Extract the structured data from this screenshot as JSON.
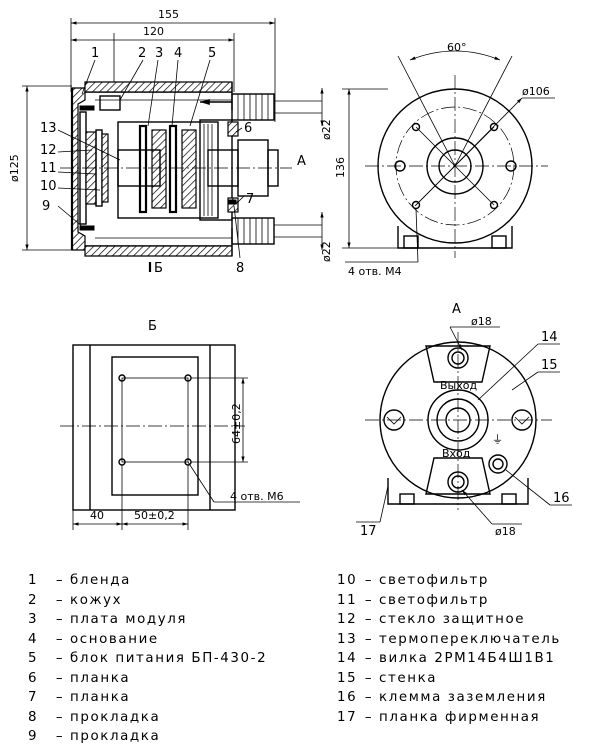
{
  "dimensions": {
    "width_155": "155",
    "width_120": "120",
    "dia_125": "ø125",
    "dia_22_top": "ø22",
    "dia_22_bottom": "ø22",
    "height_136": "136",
    "angle_60": "60°",
    "dia_106": "ø106",
    "holes_m4": "4 отв. М4",
    "holes_m6": "4 отв. М6",
    "dim_64": "64±0,2",
    "dim_40": "40",
    "dim_50": "50±0,2",
    "dia_18_top": "ø18",
    "dia_18_bottom": "ø18"
  },
  "view_labels": {
    "section_a": "А",
    "section_b": "Б",
    "view_a": "А",
    "view_b": "Б",
    "output": "Выход",
    "input": "Вход"
  },
  "callouts": [
    "1",
    "2",
    "3",
    "4",
    "5",
    "6",
    "7",
    "8",
    "9",
    "10",
    "11",
    "12",
    "13",
    "14",
    "15",
    "16",
    "17"
  ],
  "legend": {
    "left": [
      {
        "num": "1",
        "text": "бленда"
      },
      {
        "num": "2",
        "text": "кожух"
      },
      {
        "num": "3",
        "text": "плата модуля"
      },
      {
        "num": "4",
        "text": "основание"
      },
      {
        "num": "5",
        "text": "блок питания БП-430-2"
      },
      {
        "num": "6",
        "text": "планка"
      },
      {
        "num": "7",
        "text": "планка"
      },
      {
        "num": "8",
        "text": "прокладка"
      },
      {
        "num": "9",
        "text": "прокладка"
      }
    ],
    "right": [
      {
        "num": "10",
        "text": "светофильтр"
      },
      {
        "num": "11",
        "text": "светофильтр"
      },
      {
        "num": "12",
        "text": "стекло защитное"
      },
      {
        "num": "13",
        "text": "термопереключатель"
      },
      {
        "num": "14",
        "text": "вилка 2РМ14Б4Ш1В1"
      },
      {
        "num": "15",
        "text": "стенка"
      },
      {
        "num": "16",
        "text": "клемма заземления"
      },
      {
        "num": "17",
        "text": "планка фирменная"
      }
    ]
  }
}
